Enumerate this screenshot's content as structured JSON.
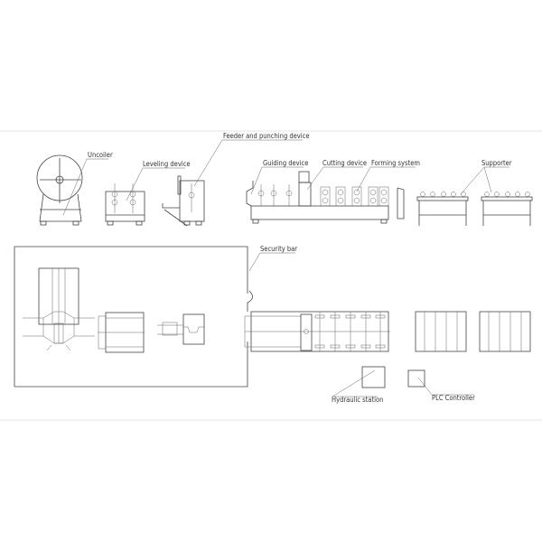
{
  "labels": {
    "uncoiler": "Uncoiler",
    "leveling": "Leveling device",
    "feeder": "Feeder and punching device",
    "guiding": "Guiding device",
    "cutting": "Cutting device",
    "forming": "Forming system",
    "supporter": "Supporter",
    "security": "Security bar",
    "hydraulic": "Hydraulic station",
    "plc": "PLC Controller"
  }
}
